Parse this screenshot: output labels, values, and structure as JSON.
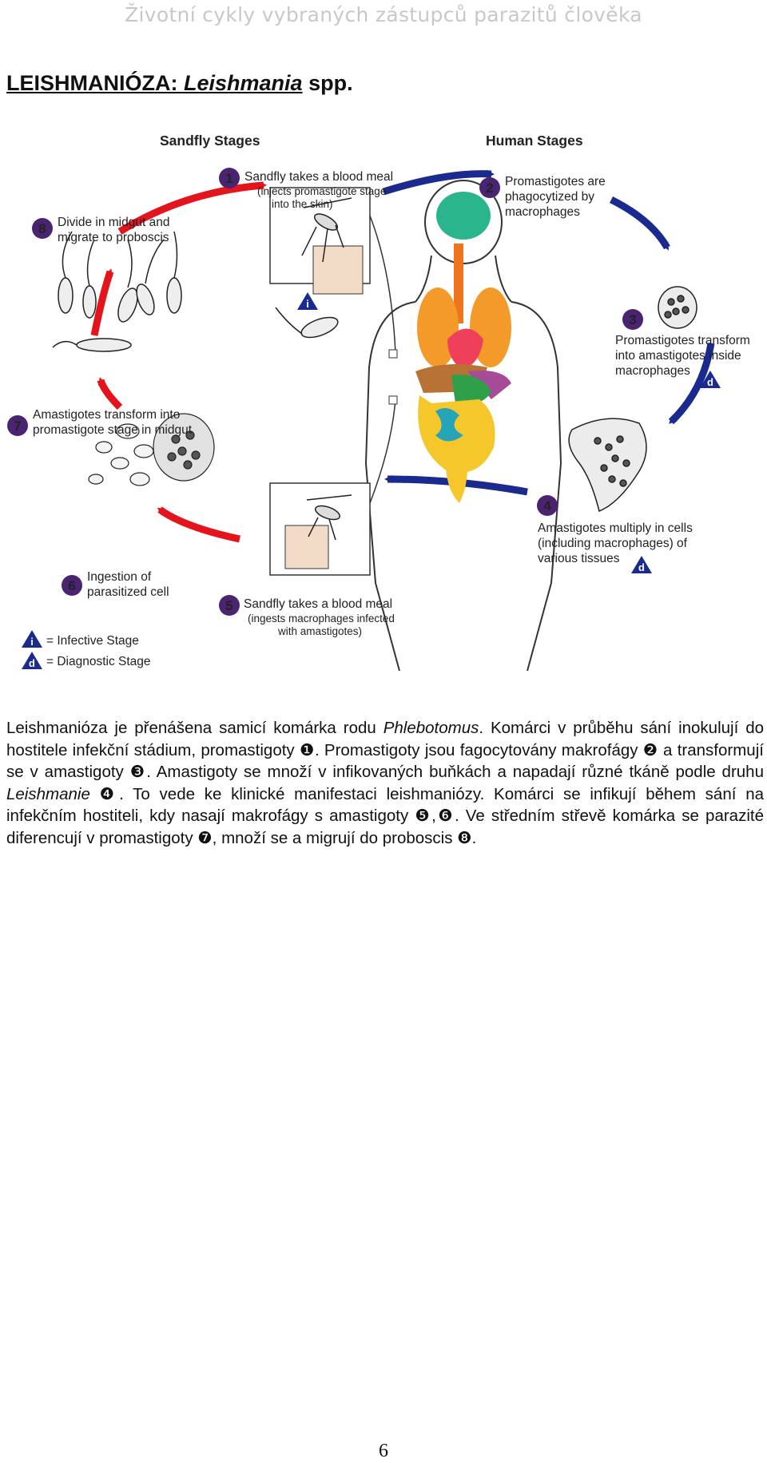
{
  "running_head": "Životní cykly vybraných zástupců parazitů člověka",
  "title": {
    "prefix": "LEISHMANIÓZA:",
    "genus": "Leishmania",
    "suffix": "spp."
  },
  "figure": {
    "sandfly_header": "Sandfly Stages",
    "human_header": "Human Stages",
    "steps": [
      {
        "number": "1",
        "line1": "Sandfly takes a blood meal",
        "line2": "(injects promastigote stage",
        "line3": "into the skin)"
      },
      {
        "number": "2",
        "line1": "Promastigotes are",
        "line2": "phagocytized by",
        "line3": "macrophages"
      },
      {
        "number": "3",
        "line1": "Promastigotes transform",
        "line2": "into amastigotes inside",
        "line3": "macrophages"
      },
      {
        "number": "4",
        "line1": "Amastigotes multiply in cells",
        "line2": "(including macrophages) of",
        "line3": "various tissues"
      },
      {
        "number": "5",
        "line1": "Sandfly takes a blood meal",
        "line2": "(ingests macrophages infected",
        "line3": "with amastigotes)"
      },
      {
        "number": "6",
        "line1": "Ingestion of",
        "line2": "parasitized cell",
        "line3": ""
      },
      {
        "number": "7",
        "line1": "Amastigotes transform into",
        "line2": "promastigote stage in midgut",
        "line3": ""
      },
      {
        "number": "8",
        "line1": "Divide in midgut and",
        "line2": "migrate to proboscis",
        "line3": ""
      }
    ],
    "legend": {
      "infective_symbol": "i",
      "infective_label": "= Infective Stage",
      "diagnostic_symbol": "d",
      "diagnostic_label": "= Diagnostic Stage"
    },
    "colors": {
      "sandfly_arrow": "#e3141b",
      "human_arrow": "#1b2a8f",
      "step_badge": "#4a2470",
      "stage_triangle": "#1b2a8f"
    }
  },
  "body": {
    "s1": "Leishmanióza je přenášena samicí komárka rodu ",
    "phlebotomus": "Phlebotomus",
    "s2": ". Komárci v průběhu sání inokulují do hostitele infekční stádium, promastigoty ",
    "m1": "❶",
    "s3": ". Promastigoty jsou fagocytovány makrofágy ",
    "m2": "❷",
    "s4": " a transformují se v amastigoty ",
    "m3": "❸",
    "s5": ". Amastigoty se množí v infikovaných buňkách a napadají různé tkáně podle druhu ",
    "leishmanie": "Leishmanie",
    "s6": " ",
    "m4": "❹",
    "s7": ". To vede ke klinické manifestaci leishmaniózy. Komárci se infikují během sání na infekčním hostiteli, kdy nasají makrofágy s amastigoty ",
    "m5": "❺",
    "s8": ",",
    "m6": "❻",
    "s9": ". Ve středním střevě komárka se parazité diferencují v promastigoty ",
    "m7": "❼",
    "s10": ", množí se a migrují do proboscis ",
    "m8": "❽",
    "s11": "."
  },
  "page_number": "6"
}
